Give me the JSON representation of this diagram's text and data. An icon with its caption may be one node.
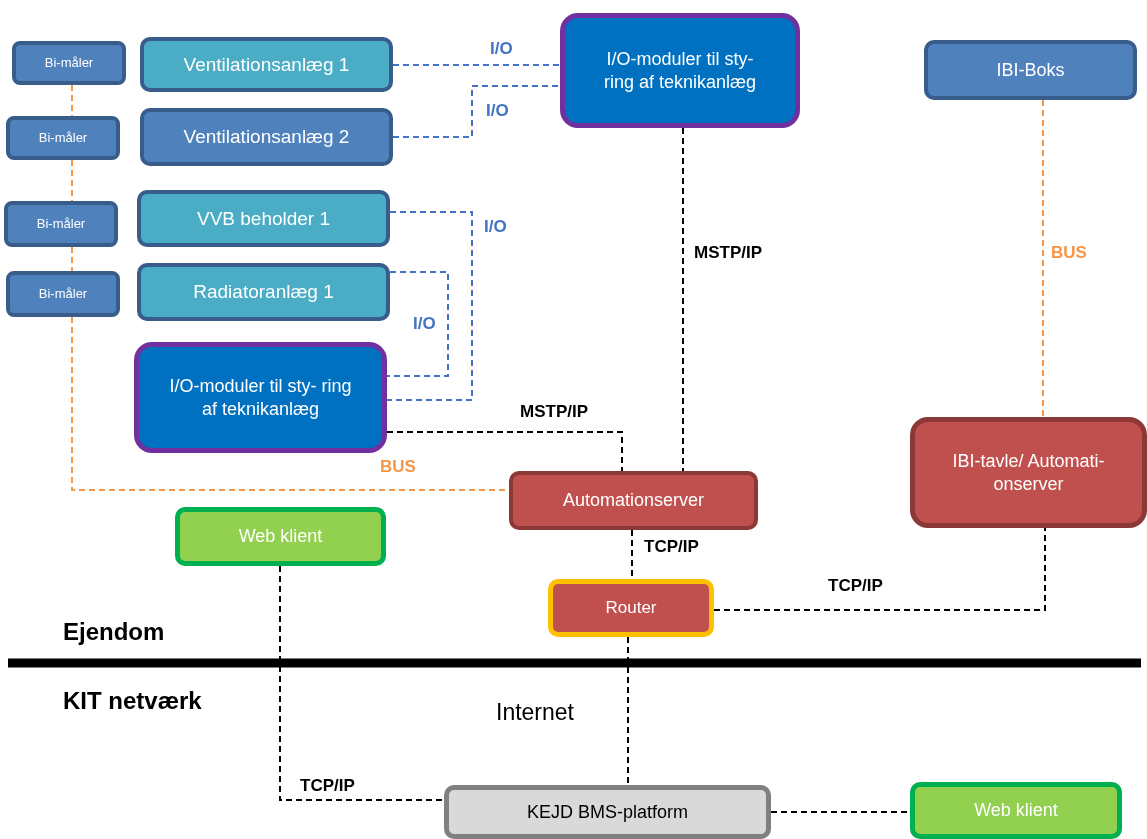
{
  "diagram": {
    "nodes": [
      {
        "text": [
          "Bi-måler"
        ]
      },
      {
        "text": [
          "Ventilationsanlæg 1"
        ]
      },
      {
        "text": [
          "Bi-måler"
        ]
      },
      {
        "text": [
          "Ventilationsanlæg 2"
        ]
      },
      {
        "text": [
          "Bi-måler"
        ]
      },
      {
        "text": [
          "VVB beholder 1"
        ]
      },
      {
        "text": [
          "Bi-måler"
        ]
      },
      {
        "text": [
          "Radiatoranlæg 1"
        ]
      },
      {
        "text": [
          "I/O-moduler til sty- ring af teknikanlæg"
        ]
      },
      {
        "text": [
          "I/O-moduler til sty- ring af teknikanlæg"
        ]
      },
      {
        "text": [
          "IBI-Boks"
        ]
      },
      {
        "text": [
          "Automationserver"
        ]
      },
      {
        "text": [
          "IBI-tavle/ Automati- onserver"
        ]
      },
      {
        "text": [
          "Web klient"
        ]
      },
      {
        "text": [
          "Router"
        ]
      },
      {
        "text": [
          "KEJD BMS-platform"
        ]
      },
      {
        "text": [
          "Web klient"
        ]
      }
    ],
    "edges": [
      {
        "from": 1,
        "to": 9,
        "arrow": "none",
        "label": "I/O",
        "style": "dashed",
        "color": "#4472c4"
      },
      {
        "from": 3,
        "to": 9,
        "arrow": "none",
        "label": "I/O",
        "style": "dashed",
        "color": "#4472c4"
      },
      {
        "from": 5,
        "to": 8,
        "arrow": "none",
        "label": "I/O",
        "style": "dashed",
        "color": "#4472c4"
      },
      {
        "from": 7,
        "to": 8,
        "arrow": "none",
        "label": "I/O",
        "style": "dashed",
        "color": "#4472c4"
      },
      {
        "from": 8,
        "to": 11,
        "arrow": "none",
        "label": "MSTP/IP",
        "style": "dashed"
      },
      {
        "from": 9,
        "to": 11,
        "arrow": "none",
        "label": "MSTP/IP",
        "style": "dashed"
      },
      {
        "from": 10,
        "to": 12,
        "arrow": "none",
        "label": "BUS",
        "style": "dashed",
        "color": "#f79646"
      },
      {
        "from": 0,
        "to": 2,
        "arrow": "none",
        "style": "dashed",
        "color": "#f79646"
      },
      {
        "from": 2,
        "to": 4,
        "arrow": "none",
        "style": "dashed",
        "color": "#f79646"
      },
      {
        "from": 4,
        "to": 6,
        "arrow": "none",
        "style": "dashed",
        "color": "#f79646"
      },
      {
        "from": 6,
        "to": 11,
        "arrow": "none",
        "label": "BUS",
        "style": "dashed",
        "color": "#f79646"
      },
      {
        "from": 11,
        "to": 14,
        "arrow": "none",
        "label": "TCP/IP",
        "style": "dashed"
      },
      {
        "from": 14,
        "to": 12,
        "arrow": "none",
        "label": "TCP/IP",
        "style": "dashed"
      },
      {
        "from": 13,
        "to": 15,
        "arrow": "none",
        "label": "TCP/IP",
        "style": "dashed"
      },
      {
        "from": 14,
        "to": 15,
        "arrow": "none",
        "label": "Internet",
        "style": "dashed"
      },
      {
        "from": 15,
        "to": 16,
        "arrow": "none",
        "style": "dashed"
      }
    ],
    "labels": [
      "Ejendom",
      "KIT netværk"
    ]
  }
}
